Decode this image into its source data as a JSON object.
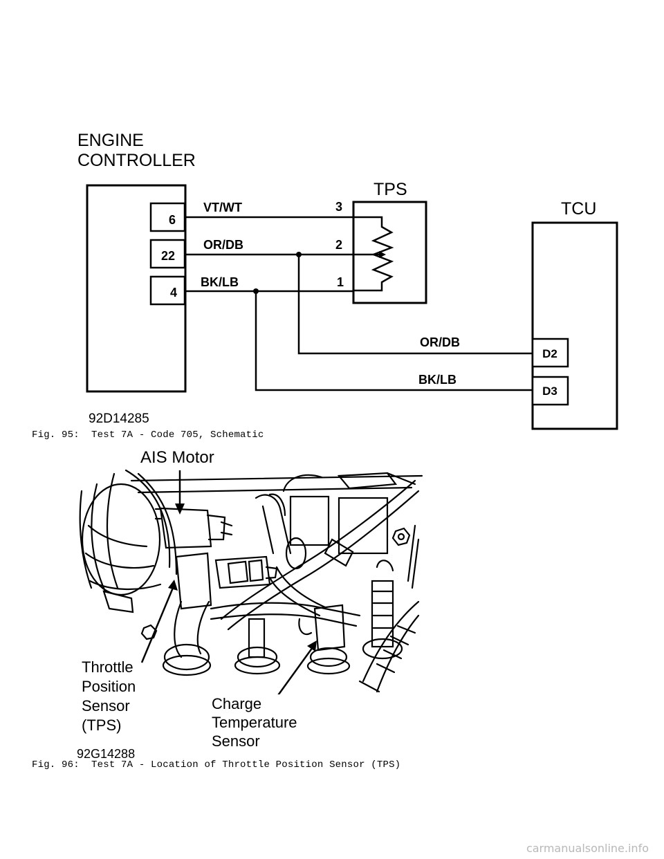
{
  "schematic": {
    "engine_controller_line1": "ENGINE",
    "engine_controller_line2": "CONTROLLER",
    "tps_label": "TPS",
    "tcu_label": "TCU",
    "pins": {
      "p6": "6",
      "p22": "22",
      "p4": "4"
    },
    "tps_pins": {
      "t3": "3",
      "t2": "2",
      "t1": "1"
    },
    "tcu_pins": {
      "d2": "D2",
      "d3": "D3"
    },
    "wires": {
      "vt_wt": "VT/WT",
      "or_db": "OR/DB",
      "bk_lb": "BK/LB",
      "or_db_2": "OR/DB",
      "bk_lb_2": "BK/LB"
    },
    "figure_id": "92D14285"
  },
  "caption_95": "Fig. 95:  Test 7A - Code 705, Schematic",
  "photo": {
    "ais_motor": "AIS Motor",
    "tps_line1": "Throttle",
    "tps_line2": "Position",
    "tps_line3": "Sensor",
    "tps_line4": "(TPS)",
    "cts_line1": "Charge",
    "cts_line2": "Temperature",
    "cts_line3": "Sensor",
    "figure_id": "92G14288"
  },
  "caption_96": "Fig. 96:  Test 7A - Location of Throttle Position Sensor (TPS)",
  "watermark": "carmanualsonline.info"
}
